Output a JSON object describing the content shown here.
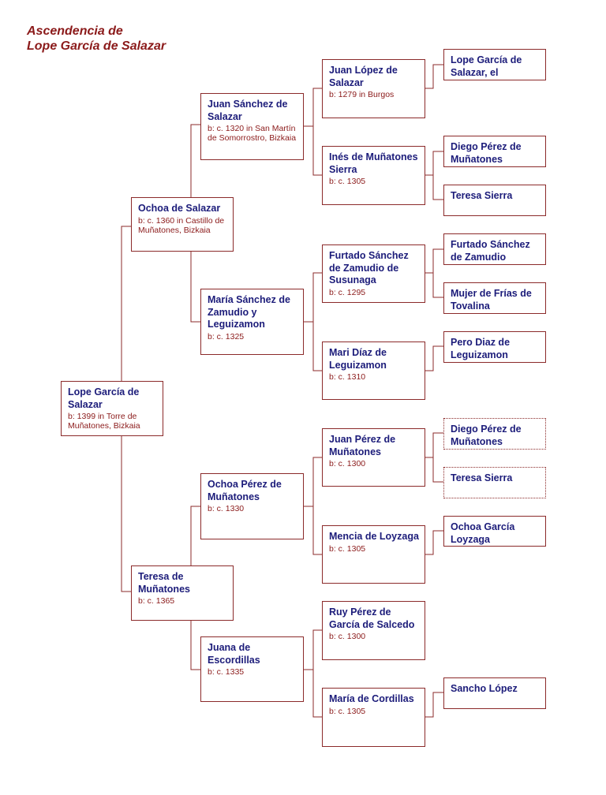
{
  "title": {
    "line1": "Ascendencia de",
    "line2": "Lope García de Salazar"
  },
  "people": {
    "root": {
      "name": "Lope García de Salazar",
      "info": "b: 1399 in Torre de Muñatones, Bizkaia"
    },
    "f": {
      "name": "Ochoa de Salazar",
      "info": "b: c. 1360 in Castillo de Muñatones, Bizkaia"
    },
    "m": {
      "name": "Teresa de Muñatones",
      "info": "b: c. 1365"
    },
    "ff": {
      "name": "Juan Sánchez de Salazar",
      "info": "b: c. 1320 in San Martín de Somorrostro, Bizkaia"
    },
    "fm": {
      "name": "María Sánchez de Zamudio y Leguizamon",
      "info": "b: c. 1325"
    },
    "mf": {
      "name": "Ochoa Pérez de Muñatones",
      "info": "b: c. 1330"
    },
    "mm": {
      "name": "Juana de Escordillas",
      "info": "b: c. 1335"
    },
    "fff": {
      "name": "Juan López de Salazar",
      "info": "b: 1279 in Burgos"
    },
    "ffm": {
      "name": "Inés de Muñatones Sierra",
      "info": "b: c. 1305"
    },
    "fmf": {
      "name": "Furtado Sánchez de Zamudio de Susunaga",
      "info": "b: c. 1295"
    },
    "fmm": {
      "name": "Mari Díaz de Leguizamon",
      "info": "b: c. 1310"
    },
    "mff": {
      "name": "Juan Pérez de Muñatones",
      "info": "b: c. 1300"
    },
    "mfm": {
      "name": "Mencia de Loyzaga",
      "info": "b: c. 1305"
    },
    "mmf": {
      "name": "Ruy Pérez de García de Salcedo",
      "info": "b: c. 1300"
    },
    "mmm": {
      "name": "María de Cordillas",
      "info": "b: c. 1305"
    },
    "ffff": {
      "name": "Lope García de Salazar, el"
    },
    "ffmf": {
      "name": "Diego Pérez de Muñatones"
    },
    "ffmm": {
      "name": "Teresa Sierra"
    },
    "fmff": {
      "name": "Furtado Sánchez de Zamudio"
    },
    "fmfm": {
      "name": "Mujer de Frías de Tovalina"
    },
    "fmmf": {
      "name": "Pero Diaz de Leguizamon"
    },
    "mfff": {
      "name": "Diego Pérez de Muñatones"
    },
    "mffm": {
      "name": "Teresa Sierra"
    },
    "mfmf": {
      "name": "Ochoa García Loyzaga"
    },
    "mmmf": {
      "name": "Sancho López"
    }
  },
  "colors": {
    "border": "#8b2a2a",
    "name": "#1c1c7a",
    "info": "#8b1a1a",
    "title": "#8b1a1a"
  }
}
